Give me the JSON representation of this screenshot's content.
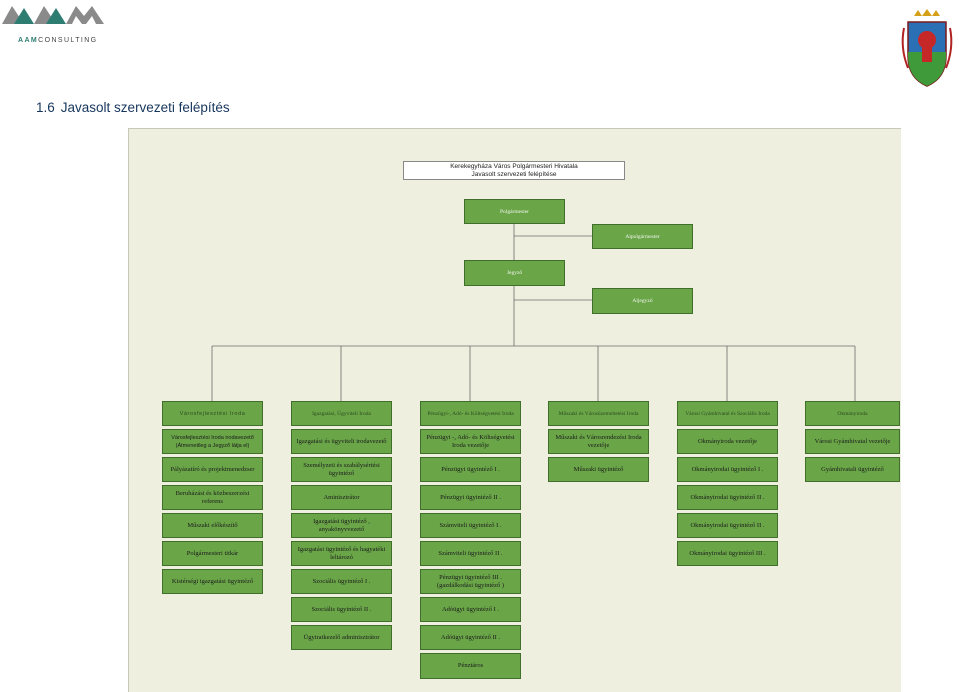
{
  "header": {
    "logo_text_prefix": "AAM",
    "logo_text_suffix": "CONSULTING",
    "section_number": "1.6",
    "section_title": "Javasolt szervezeti felépítés"
  },
  "chart": {
    "title_line1": "Kerekegyháza Város Polgármesteri Hivatala",
    "title_line2": "Javasolt szervezeti felépítése",
    "leaders": {
      "polgarmester": "Polgármester",
      "alpolgarmester": "Alpolgármester",
      "jegyzo": "Jegyző",
      "aljegyzo": "Aljegyző"
    },
    "departments": [
      {
        "name": "Városfejlesztési Iroda",
        "staff": [
          "Városfejlesztési Iroda irodavezető (Átmenetileg a Jegyző látja el)",
          "Pályázatíró és projektmenedzser",
          "Beruházási és közbeszerzési referens",
          "Műszaki előkészítő",
          "Polgármesteri titkár",
          "Kistérségi igazgatási ügyintéző"
        ]
      },
      {
        "name": "Igazgatási, Ügyviteli Iroda",
        "staff": [
          "Igazgatási és ügyviteli irodavezető",
          "Személyzeti és szabálysértési ügyintéző",
          "Aminisztrátor",
          "Igazgatási ügyintéző , anyakönyvvezető",
          "Igazgatási ügyintéző és hagyatéki leltározó",
          "Szociális ügyintéző I .",
          "Szociális ügyintéző II .",
          "Ügyiratkezelő adminisztrátor"
        ]
      },
      {
        "name": "Pénzügyi-, Adó- és Költségvetési Iroda",
        "staff": [
          "Pénzügyi -, Adó- és Költségvetési Iroda vezetője",
          "Pénzügyi ügyintéző I .",
          "Pénzügyi ügyintéző II .",
          "Számviteli ügyintéző I .",
          "Számviteli ügyintéző II .",
          "Pénzügyi ügyintéző III . (gazdálkodási ügyintéző )",
          "Adóügyi ügyintéző I .",
          "Adóügyi ügyintéző II .",
          "Pénztáros"
        ]
      },
      {
        "name": "Műszaki és Városüzemeltetési Iroda",
        "staff": [
          "Műszaki és Városrendezési Iroda vezetője",
          "Műszaki ügyintéző"
        ]
      },
      {
        "name": "Városi Gyámhivatal és Szociális Iroda",
        "staff": [
          "Okmányiroda vezetője",
          "Okmányirodai ügyintéző I .",
          "Okmányirodai ügyintéző II .",
          "Okmányirodai ügyintéző II .",
          "Okmányirodai ügyintéző III ."
        ]
      },
      {
        "name": "Okmányiroda",
        "staff": [
          "Városi Gyámhivatal vezetője",
          "Gyámhivatali ügyintéző"
        ]
      }
    ]
  },
  "colors": {
    "box_fill": "#6aa548",
    "box_border": "#3f6f2a",
    "canvas_bg": "#efefdf",
    "title_color": "#17365d"
  }
}
